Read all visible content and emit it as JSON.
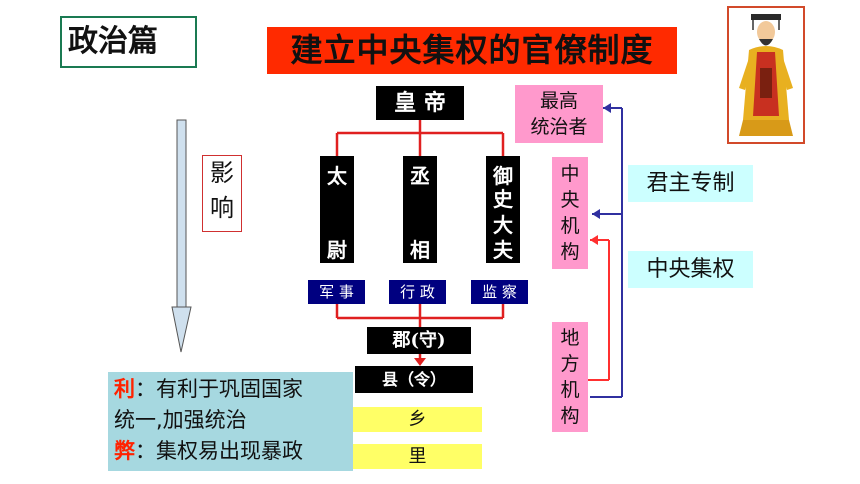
{
  "section_label": "政治篇",
  "title": "建立中央集权的官僚制度",
  "emperor": "皇 帝",
  "ministers": [
    {
      "top": "太",
      "bottom": "尉",
      "role": "军 事"
    },
    {
      "top": "丞",
      "bottom": "相",
      "role": "行 政"
    },
    {
      "top": "御",
      "middle": "史大",
      "bottom": "夫",
      "role": "监 察"
    }
  ],
  "local": {
    "commandery": "郡(守)",
    "county": "县（令）",
    "township": "乡",
    "village": "里"
  },
  "labels": {
    "supreme_ruler": [
      "最高",
      "统治者"
    ],
    "central_org": [
      "中",
      "央",
      "机",
      "构"
    ],
    "local_org": [
      "地",
      "方",
      "机",
      "构"
    ],
    "autocracy": "君主专制",
    "centralization": "中央集权"
  },
  "influence": [
    "影",
    "响"
  ],
  "assessment": {
    "pro_key": "利",
    "pro_line1": "：有利于巩固国家",
    "pro_line2": "统一,加强统治",
    "con_key": "弊",
    "con_text": "：集权易出现暴政"
  },
  "colors": {
    "title_bg": "#ff2a00",
    "connector": "#e02020",
    "label_pink": "#ff99cc",
    "label_cyan": "#ccffff",
    "role_navy": "#000080",
    "local_yellow": "#ffff66",
    "bracket_blue": "#3030a0",
    "bracket_red": "#ff3030",
    "assessment_bg": "#a6d8e0"
  },
  "icons": [
    "emperor-portrait",
    "down-arrow-icon"
  ]
}
